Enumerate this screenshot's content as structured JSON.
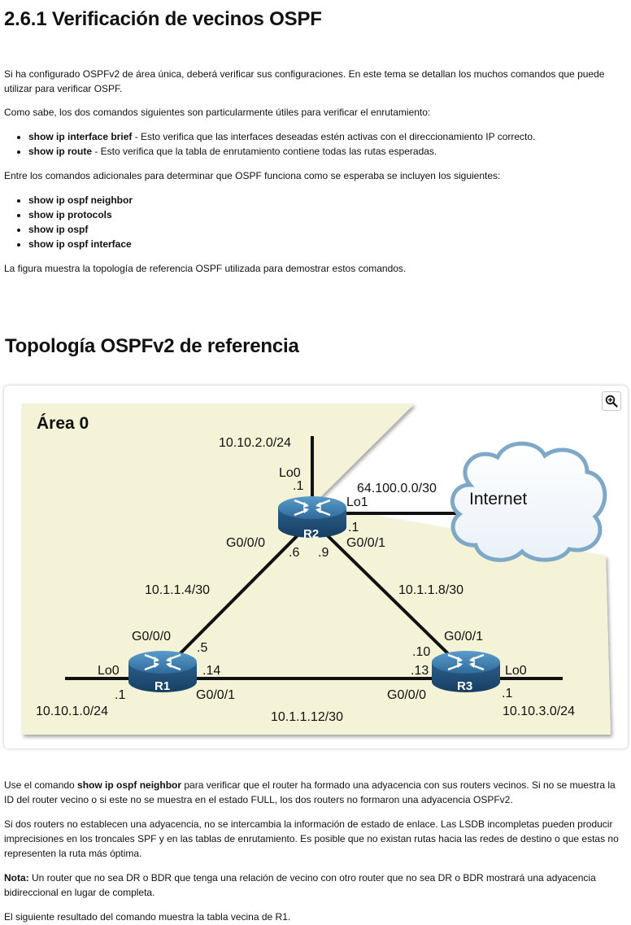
{
  "page": {
    "title": "2.6.1 Verificación de vecinos OSPF",
    "intro": "Si ha configurado OSPFv2 de área única, deberá verificar sus configuraciones. En este tema se detallan los muchos comandos que puede utilizar para verificar OSPF.",
    "know_intro": "Como sabe, los dos comandos siguientes son particularmente útiles para verificar el enrutamiento:",
    "basic_commands": [
      {
        "cmd": "show ip interface brief",
        "desc": " - Esto verifica que las interfaces deseadas estén activas con el direccionamiento IP correcto."
      },
      {
        "cmd": "show ip route",
        "desc": " - Esto verifica que la tabla de enrutamiento contiene todas las rutas esperadas."
      }
    ],
    "additional_intro": "Entre los comandos adicionales para determinar que OSPF funciona como se esperaba se incluyen los siguientes:",
    "ospf_commands": [
      "show ip ospf neighbor",
      "show ip protocols",
      "show ip ospf",
      "show ip ospf interface"
    ],
    "figure_intro": "La figura muestra la topología de referencia OSPF utilizada para demostrar estos comandos.",
    "figure_heading": "Topología OSPFv2 de referencia",
    "after_p1_pre": "Use el comando ",
    "after_p1_cmd": "show ip ospf neighbor",
    "after_p1_post": " para verificar que el router ha formado una adyacencia con sus routers vecinos. Si no se muestra la ID del router vecino o si este no se muestra en el estado FULL, los dos routers no formaron una adyacencia OSPFv2.",
    "after_p2": "Si dos routers no establecen una adyacencia, no se intercambia la información de estado de enlace. Las LSDB incompletas pueden producir imprecisiones en los troncales SPF y en las tablas de enrutamiento. Es posible que no existan rutas hacia las redes de destino o que estas no representen la ruta más óptima.",
    "note_label": "Nota:",
    "note_text": " Un router que no sea DR o BDR que tenga una relación de vecino con otro router que no sea DR o BDR mostrará una adyacencia bidireccional en lugar de completa.",
    "last_line": "El siguiente resultado del comando muestra la tabla vecina de R1."
  },
  "topology": {
    "area_label": "Área 0",
    "internet_label": "Internet",
    "routers": {
      "r1": "R1",
      "r2": "R2",
      "r3": "R3"
    },
    "labels": {
      "net_r2_lo0": "10.10.2.0/24",
      "r2_lo0": "Lo0",
      "r2_lo0_ip": ".1",
      "net_internet": "64.100.0.0/30",
      "r2_lo1": "Lo1",
      "r2_lo1_ip": ".1",
      "r2_g000": "G0/0/0",
      "r2_g001": "G0/0/1",
      "r2_g000_ip": ".6",
      "r2_g001_ip": ".9",
      "net_r1_r2": "10.1.1.4/30",
      "net_r2_r3": "10.1.1.8/30",
      "r1_g000": "G0/0/0",
      "r1_g000_ip": ".5",
      "r1_lo0": "Lo0",
      "r1_g001_ip": ".14",
      "r1_lo0_ip": ".1",
      "r1_g001": "G0/0/1",
      "net_r1_lo0": "10.10.1.0/24",
      "net_r1_r3": "10.1.1.12/30",
      "r3_g001": "G0/0/1",
      "r3_g001_ip": ".10",
      "r3_g000_ip": ".13",
      "r3_lo0": "Lo0",
      "r3_g000": "G0/0/0",
      "r3_lo0_ip": ".1",
      "net_r3_lo0": "10.10.3.0/24"
    },
    "colors": {
      "area_fill": "#f4f2d7",
      "router_top": "#3e7eb0",
      "router_side": "#1f4e7a",
      "cloud_stroke": "#6f9fc1"
    }
  },
  "icons": {
    "zoom": "zoom-in-icon"
  }
}
